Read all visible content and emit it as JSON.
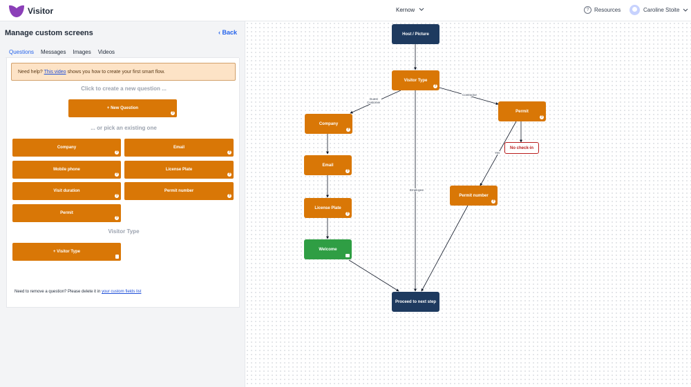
{
  "topbar": {
    "app_name": "Visitor",
    "location": "Kernow",
    "resources": "Resources",
    "user_name": "Caroline Stoite",
    "help_glyph": "?",
    "brand_color": "#8b3fb8"
  },
  "panel": {
    "title": "Manage custom screens",
    "back": "Back",
    "tabs": [
      "Questions",
      "Messages",
      "Images",
      "Videos"
    ],
    "active_tab": "Questions",
    "alert": {
      "prefix": "Need help? ",
      "link": "This video",
      "suffix": " shows you how to create your first smart flow."
    },
    "create_hint": "Click to create a new question ...",
    "new_question": "+ New Question",
    "existing_hint": "... or pick an existing one",
    "questions": [
      "Company",
      "Email",
      "Mobile phone",
      "License Plate",
      "Visit duration",
      "Permit number",
      "Permit"
    ],
    "visitor_type_heading": "Visitor Type",
    "visitor_type_button": "+ Visitor Type",
    "footnote_prefix": "Need to remove a question? Please delete it in ",
    "footnote_link": "your custom fields list"
  },
  "flow": {
    "nodes": {
      "host": "Host / Picture",
      "visitor_type": "Visitor Type",
      "company": "Company",
      "email": "Email",
      "license": "License Plate",
      "welcome": "Welcome",
      "permit": "Permit",
      "no_checkin": "No check-in",
      "permit_number": "Permit number",
      "proceed": "Proceed to next step"
    },
    "edge_labels": {
      "guest": "Guest",
      "customer": "Customer",
      "contractor": "Contractor",
      "employee": "Employee",
      "yes": "Yes"
    },
    "colors": {
      "navy": "#1e3a5f",
      "orange": "#d97706",
      "green": "#2f9e44",
      "red": "#b91c1c"
    }
  }
}
